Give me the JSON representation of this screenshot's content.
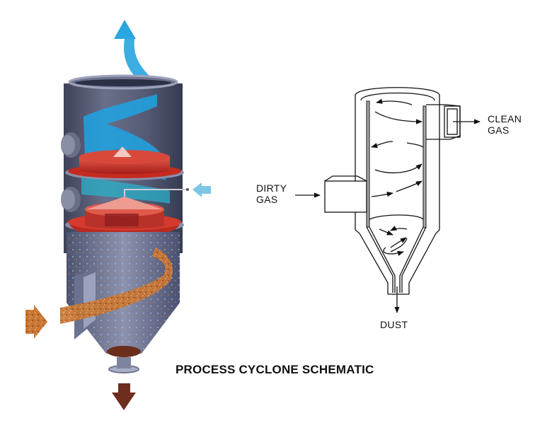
{
  "caption": "PROCESS CYCLONE SCHEMATIC",
  "illustration": {
    "name": "3D process cyclone cutaway",
    "flows": [
      {
        "name": "clean-gas-outlet",
        "color": "#2aa6e0",
        "direction": "up"
      },
      {
        "name": "water-spray-inlet",
        "color": "#7cc6e6",
        "direction": "left"
      },
      {
        "name": "dirty-gas-inlet",
        "color": "#c9732e",
        "direction": "right"
      },
      {
        "name": "dust-outlet",
        "color": "#6e2e1f",
        "direction": "down"
      }
    ],
    "colors": {
      "body": "#5a5f78",
      "trays": "#d23a2a",
      "spiral_gas": "#1fa3e3",
      "dust_stream": "#c87a3a"
    }
  },
  "schematic": {
    "labels": {
      "dirty_gas": [
        "DIRTY",
        "GAS"
      ],
      "clean_gas": [
        "CLEAN",
        "GAS"
      ],
      "dust": "DUST"
    }
  }
}
